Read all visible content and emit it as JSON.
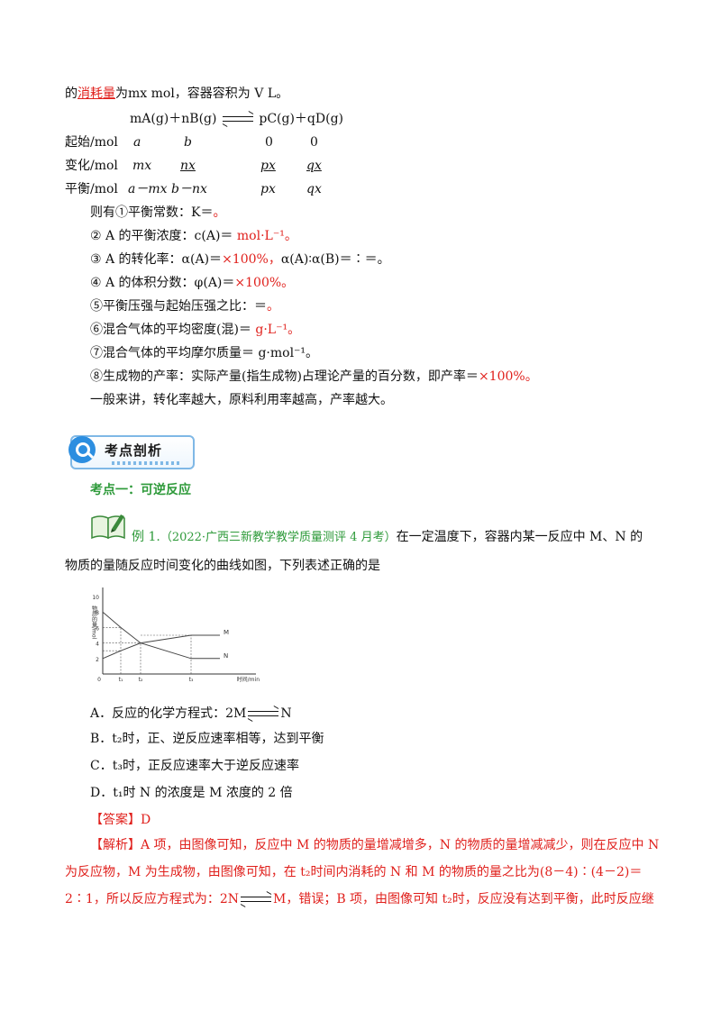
{
  "intro": {
    "prefix": "的",
    "keyword": "消耗量",
    "suffix": "为mx mol，容器容积为 V L。"
  },
  "equation": {
    "left": "mA(g)＋nB(g)",
    "right": "pC(g)＋qD(g)"
  },
  "table": {
    "rows": [
      {
        "label": "起始/mol",
        "a": "a",
        "b": "b",
        "c": "0",
        "d": "0"
      },
      {
        "label": "变化/mol",
        "a": "mx",
        "b": "nx",
        "c": "px",
        "d": "qx"
      },
      {
        "label": "平衡/mol",
        "a": "a－mx",
        "b": "b－nx",
        "c": "px",
        "d": "qx"
      }
    ]
  },
  "formulas": [
    {
      "text": "则有①平衡常数：K＝",
      "red": "。"
    },
    {
      "text": "② A 的平衡浓度：c(A)＝",
      "red": " mol·L⁻¹。"
    },
    {
      "text": "③ A 的转化率：α(A)＝",
      "red": "×100%，",
      "tail": "α(A)∶α(B)＝∶＝。"
    },
    {
      "text": "④ A 的体积分数：φ(A)＝",
      "red": "×100%。"
    },
    {
      "text": "⑤平衡压强与起始压强之比：＝",
      "red": "。"
    },
    {
      "text": "⑥混合气体的平均密度(混)＝",
      "red": " g·L⁻¹。"
    },
    {
      "text": "⑦混合气体的平均摩尔质量＝ g·mol⁻¹。",
      "red": ""
    },
    {
      "text": "⑧生成物的产率：实际产量(指生成物)占理论产量的百分数，即产率＝",
      "red": "×100%。"
    },
    {
      "text": "一般来讲，转化率越大，原料利用率越高，产率越大。",
      "red": ""
    }
  ],
  "banner": {
    "title": "考点剖析",
    "icon": "magnifier-icon"
  },
  "section_title": "考点一：可逆反应",
  "example": {
    "label": "例 1.",
    "source": "（2022·广西三新教学教学质量测评 4 月考）",
    "question_1": "在一定温度下，容器内某一反应中 M、N 的",
    "question_2": "物质的量随反应时间变化的曲线如图，下列表述正确的是"
  },
  "chart_data": {
    "type": "line",
    "xlabel": "时间/min",
    "ylabel": "物质的量/mol",
    "y_ticks": [
      "0",
      "2",
      "4",
      "6",
      "8",
      "10"
    ],
    "x_ticks": [
      "0",
      "t₁",
      "t₂",
      "t₃"
    ],
    "ylim": [
      0,
      10
    ],
    "series": [
      {
        "name": "M",
        "x": [
          "0",
          "t₁",
          "t₂",
          "t₃",
          "end"
        ],
        "values": [
          2,
          3,
          4,
          5,
          5
        ]
      },
      {
        "name": "N",
        "x": [
          "0",
          "t₁",
          "t₂",
          "t₃",
          "end"
        ],
        "values": [
          8,
          6,
          4,
          2,
          2
        ]
      }
    ]
  },
  "options": [
    {
      "letter": "A．",
      "text": "反应的化学方程式：2M",
      "tail": "N"
    },
    {
      "letter": "B．",
      "text": "t₂时，正、逆反应速率相等，达到平衡",
      "tail": ""
    },
    {
      "letter": "C．",
      "text": "t₃时，正反应速率大于逆反应速率",
      "tail": ""
    },
    {
      "letter": "D．",
      "text": "t₁时 N 的浓度是 M 浓度的 2 倍",
      "tail": ""
    }
  ],
  "answer": "【答案】D",
  "analysis": {
    "line1": "【解析】A 项，由图像可知，反应中 M 的物质的量增减增多，N 的物质的量增减减少，则在反应中 N",
    "line2": "为反应物，M 为生成物，由图像可知，在 t₂时间内消耗的 N 和 M 的物质的量之比为(8－4)∶(4－2)＝",
    "line3a": "2∶1，所以反应方程式为：2N",
    "line3b": "M，错误；B 项，由图像可知 t₂时，反应没有达到平衡，此时反应继"
  }
}
